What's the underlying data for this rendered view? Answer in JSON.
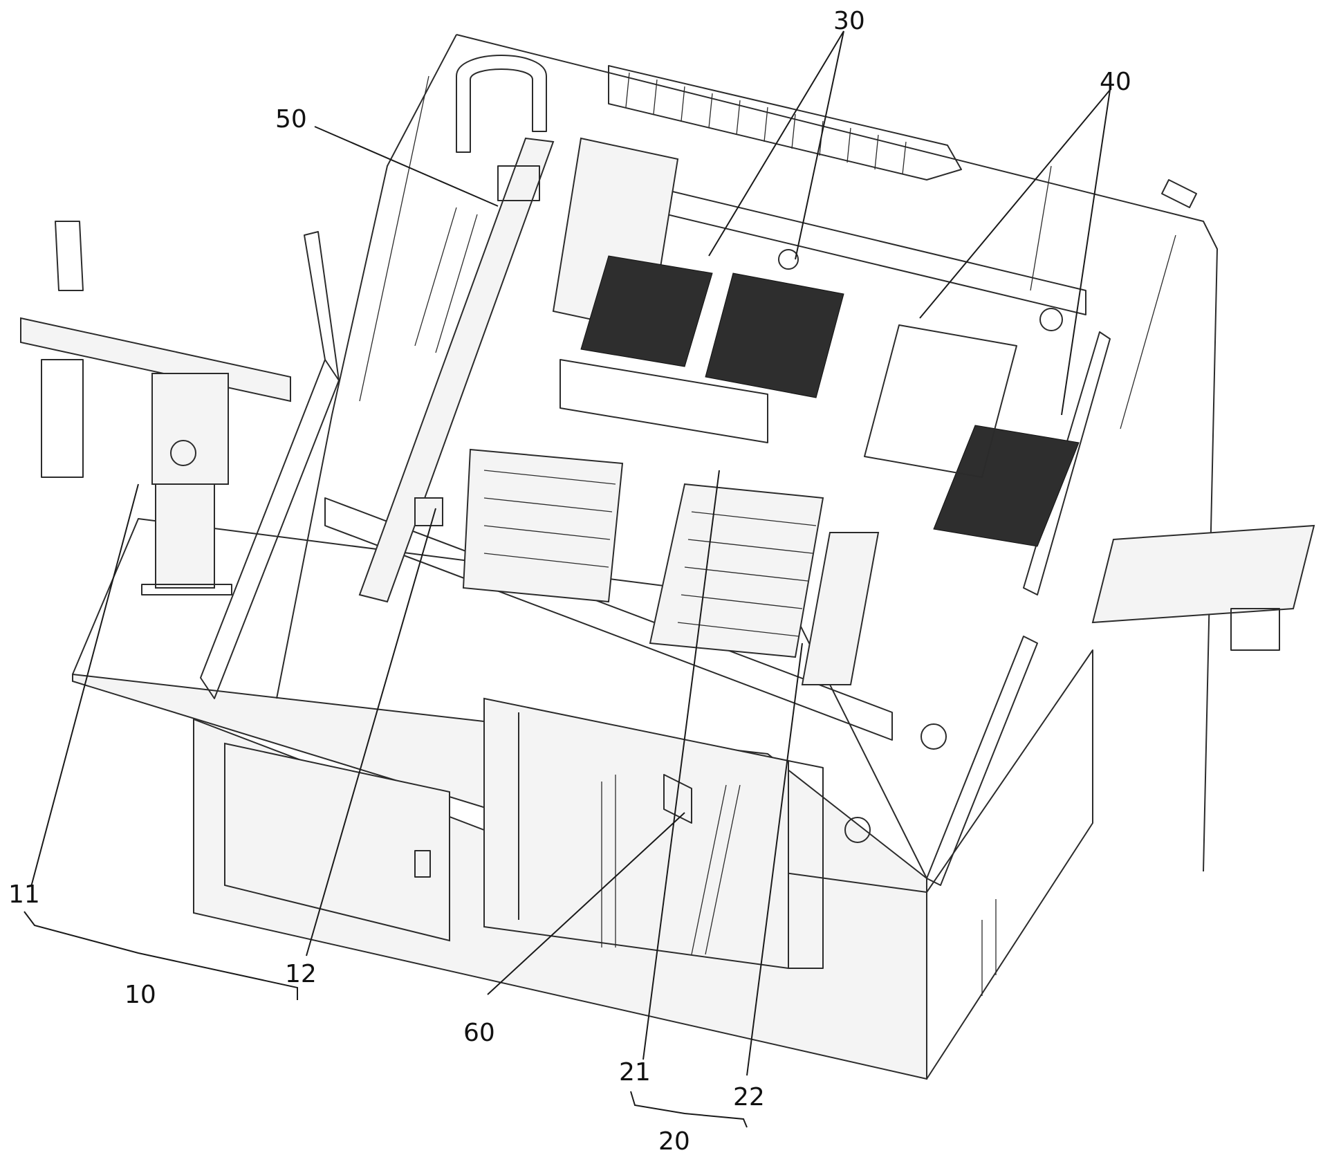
{
  "references": {
    "r10": "10",
    "r11": "11",
    "r12": "12",
    "r20": "20",
    "r21": "21",
    "r22": "22",
    "r30": "30",
    "r40": "40",
    "r50": "50",
    "r60": "60"
  },
  "colors": {
    "line": "#2b2b2b",
    "background": "#ffffff",
    "dense_tray": "#2e2e2e"
  }
}
